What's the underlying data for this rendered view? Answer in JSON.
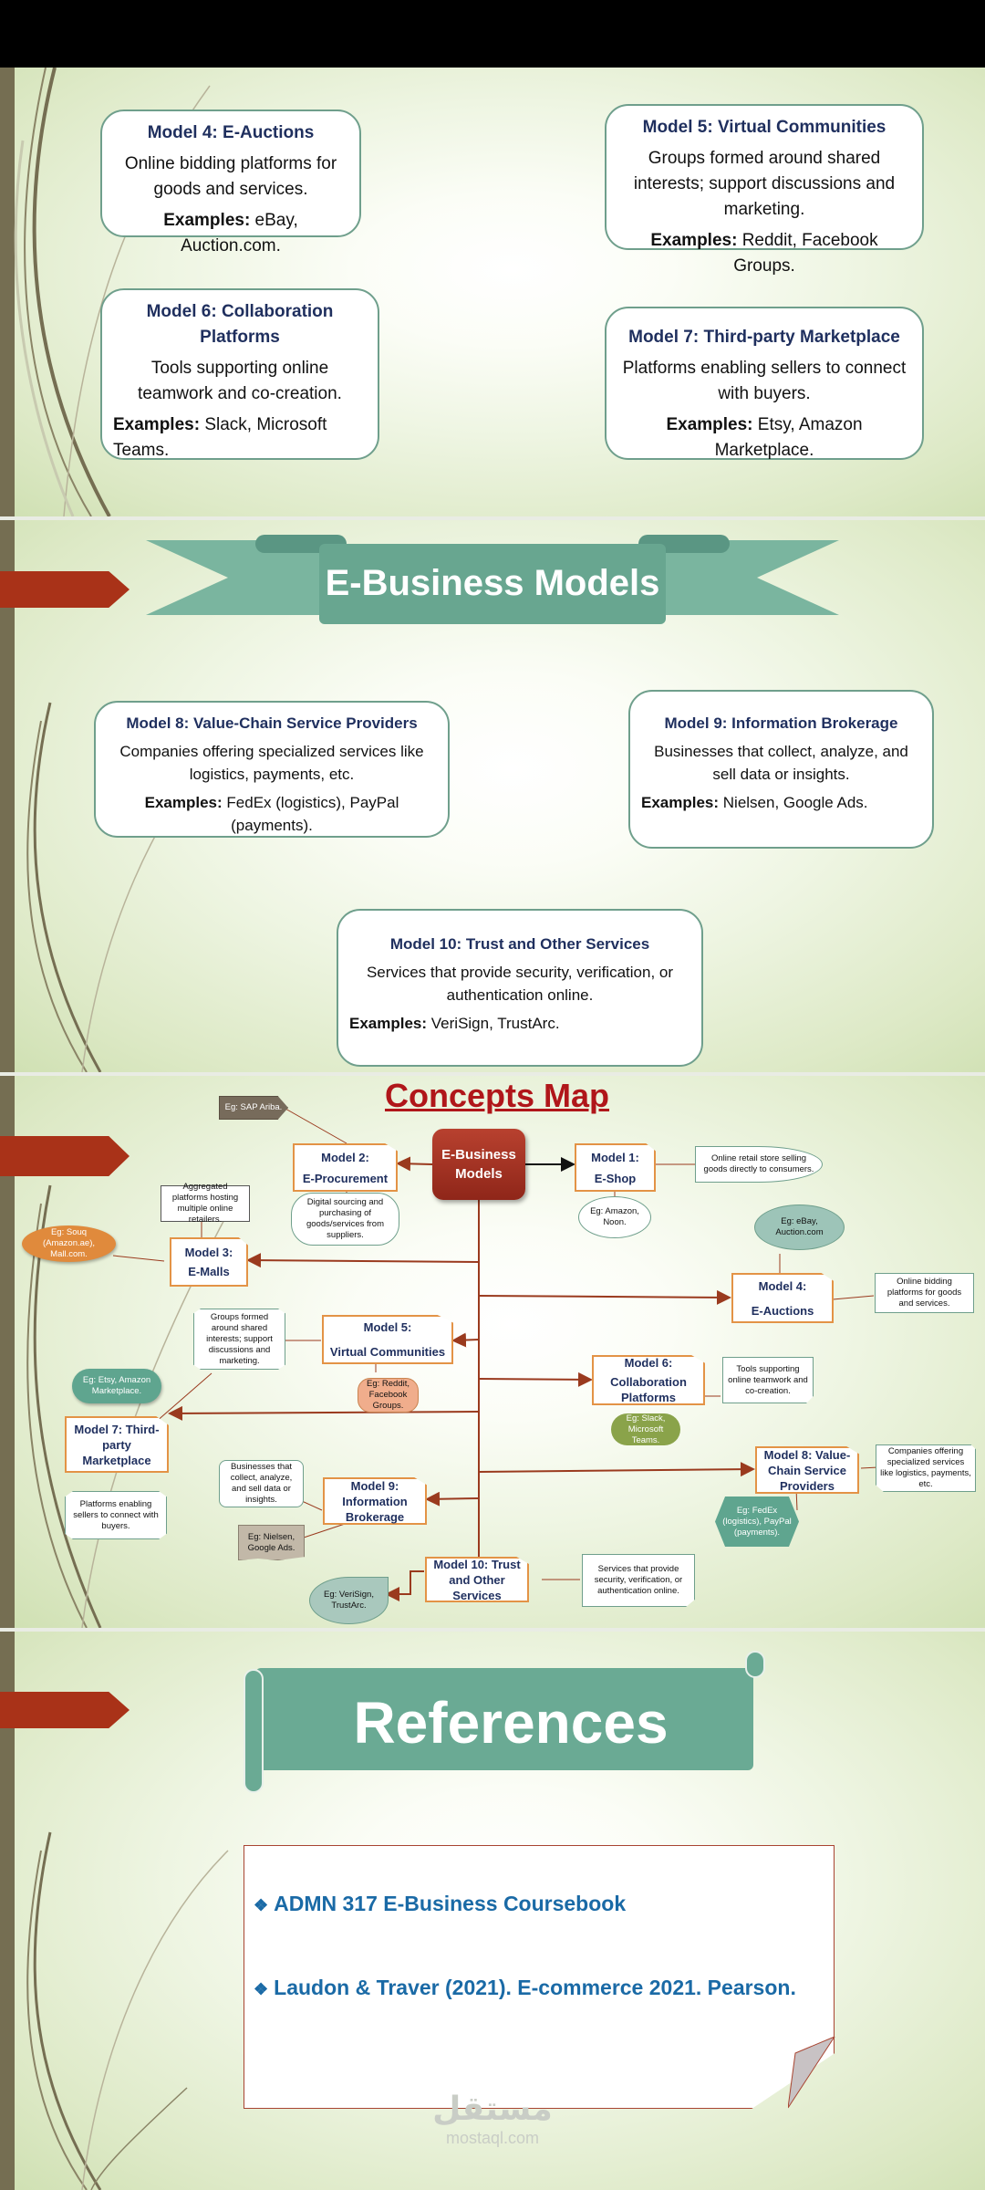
{
  "slide1": {
    "cards": [
      {
        "title": "Model 4: E-Auctions",
        "desc": "Online bidding platforms for goods and services.",
        "examples_label": "Examples:",
        "examples": " eBay, Auction.com."
      },
      {
        "title": "Model 5: Virtual Communities",
        "desc": "Groups formed around shared interests; support discussions and marketing.",
        "examples_label": "Examples:",
        "examples": " Reddit, Facebook Groups."
      },
      {
        "title": "Model 6: Collaboration Platforms",
        "desc": "Tools supporting online teamwork and co-creation.",
        "examples_label": "Examples:",
        "examples": " Slack, Microsoft Teams."
      },
      {
        "title": "Model 7: Third-party Marketplace",
        "desc": "Platforms enabling sellers to connect with buyers.",
        "examples_label": "Examples:",
        "examples": " Etsy, Amazon Marketplace."
      }
    ]
  },
  "slide2": {
    "banner_title": "E-Business Models",
    "cards": [
      {
        "title": "Model 8: Value-Chain Service Providers",
        "desc": "Companies offering specialized services like logistics, payments, etc.",
        "examples_label": "Examples:",
        "examples": " FedEx (logistics), PayPal (payments)."
      },
      {
        "title": "Model 9: Information Brokerage",
        "desc": "Businesses that collect, analyze, and sell data or insights.",
        "examples_label": "Examples:",
        "examples": " Nielsen, Google Ads."
      },
      {
        "title": "Model 10: Trust and Other Services",
        "desc": "Services that provide security, verification, or authentication online.",
        "examples_label": "Examples:",
        "examples": " VeriSign, TrustArc."
      }
    ]
  },
  "slide3": {
    "title": "Concepts Map",
    "center": "E-Business Models",
    "nodes": {
      "m1": {
        "line1": "Model 1:",
        "line2": "E-Shop",
        "note": "Online retail store selling goods directly to consumers.",
        "eg": "Eg: Amazon, Noon."
      },
      "m2": {
        "line1": "Model 2:",
        "line2": "E-Procurement",
        "note": "Digital sourcing and purchasing of goods/services from suppliers.",
        "eg": "Eg: SAP Ariba."
      },
      "m3": {
        "line1": "Model 3:",
        "line2": "E-Malls",
        "note": "Aggregated platforms hosting multiple online retailers.",
        "eg": "Eg: Souq (Amazon.ae), Mall.com."
      },
      "m4": {
        "line1": "Model 4:",
        "line2": "E-Auctions",
        "note": "Online bidding platforms for goods and services.",
        "eg": "Eg: eBay, Auction.com"
      },
      "m5": {
        "line1": "Model 5:",
        "line2": "Virtual Communities",
        "note": "Groups formed around shared interests; support discussions and marketing.",
        "eg": "Eg: Reddit, Facebook Groups."
      },
      "m6": {
        "line1": "Model 6:",
        "line2": "Collaboration Platforms",
        "note": "Tools supporting online teamwork and co-creation.",
        "eg": "Eg: Slack, Microsoft Teams."
      },
      "m7": {
        "line1": "Model 7: Third-",
        "line2": "party Marketplace",
        "note": "Platforms enabling sellers to connect with buyers.",
        "eg": "Eg: Etsy, Amazon Marketplace."
      },
      "m8": {
        "line1": "Model 8: Value-",
        "line2": "Chain Service Providers",
        "note": "Companies offering specialized services like logistics, payments, etc.",
        "eg": "Eg: FedEx (logistics), PayPal (payments)."
      },
      "m9": {
        "line1": "Model 9:",
        "line2": "Information Brokerage",
        "note": "Businesses that collect, analyze, and sell data or insights.",
        "eg": "Eg: Nielsen, Google Ads."
      },
      "m10": {
        "line1": "Model 10: Trust",
        "line2": "and Other Services",
        "note": "Services that provide security, verification, or authentication online.",
        "eg": "Eg: VeriSign, TrustArc."
      }
    }
  },
  "slide4": {
    "banner_title": "References",
    "bullet_icon": "❖",
    "references": [
      "ADMN 317 E-Business Coursebook",
      "Laudon & Traver (2021). E-commerce 2021. Pearson."
    ],
    "watermark_arabic": "مستقل",
    "watermark_latin": "mostaql.com"
  },
  "colors": {
    "accent_red": "#a93218",
    "title_navy": "#1f2f5e",
    "banner_green": "#6aaa94",
    "ref_blue": "#1a6aa6"
  }
}
